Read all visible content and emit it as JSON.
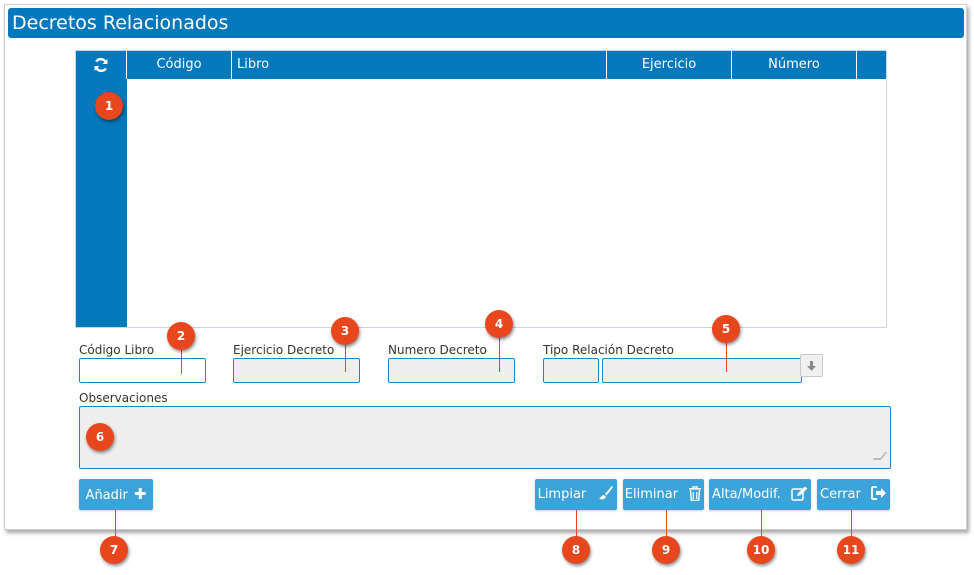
{
  "title": "Decretos Relacionados",
  "grid": {
    "columns": [
      "Código",
      "Libro",
      "Ejercicio",
      "Número"
    ],
    "refresh_icon": "refresh-icon"
  },
  "fields": {
    "codigo_libro": {
      "label": "Código Libro",
      "value": ""
    },
    "ejercicio_decreto": {
      "label": "Ejercicio Decreto",
      "value": ""
    },
    "numero_decreto": {
      "label": "Numero Decreto",
      "value": ""
    },
    "tipo_relacion_decreto": {
      "label": "Tipo Relación Decreto",
      "code": "",
      "value": ""
    },
    "observaciones": {
      "label": "Observaciones",
      "value": ""
    }
  },
  "buttons": {
    "anadir": "Añadir",
    "limpiar": "Limpiar",
    "eliminar": "Eliminar",
    "alta_modif": "Alta/Modif.",
    "cerrar": "Cerrar"
  },
  "callouts": [
    "1",
    "2",
    "3",
    "4",
    "5",
    "6",
    "7",
    "8",
    "9",
    "10",
    "11"
  ],
  "colors": {
    "header": "#0478bd",
    "button": "#3ba3d9",
    "callout": "#e8471d"
  }
}
